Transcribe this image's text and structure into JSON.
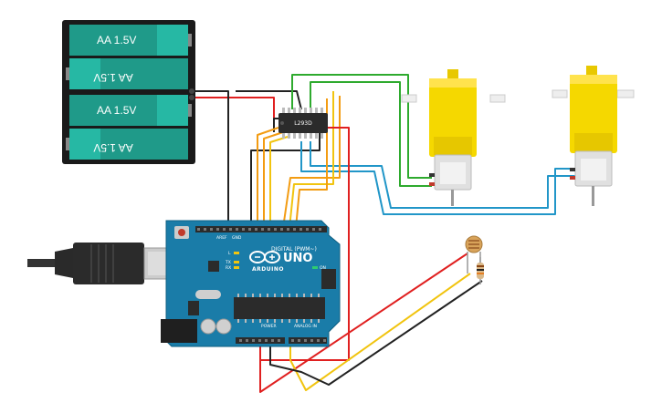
{
  "battery_pack": {
    "cells": [
      {
        "label": "AA 1.5V",
        "flipped": false
      },
      {
        "label": "AA 1.5V",
        "flipped": true
      },
      {
        "label": "AA 1.5V",
        "flipped": false
      },
      {
        "label": "AA 1.5V",
        "flipped": true
      }
    ]
  },
  "driver_chip": {
    "label": "L293D"
  },
  "arduino": {
    "logo_text": "ARDUINO",
    "model": "UNO",
    "digital_header_label": "DIGITAL (PWM~)",
    "power_header_label": "POWER",
    "analog_header_label": "ANALOG IN",
    "led_labels": [
      "L",
      "TX",
      "RX"
    ],
    "on_label": "ON",
    "aref_label": "AREF",
    "gnd_label": "GND"
  },
  "components": {
    "motor_left": "dc-gear-motor",
    "motor_right": "dc-gear-motor",
    "sensor": "photoresistor",
    "resistor": "resistor"
  },
  "wire_colors": {
    "red": "#e02020",
    "black": "#222222",
    "green": "#2eaa2e",
    "blue": "#2196c8",
    "orange": "#f39c12",
    "yellow": "#f1c40f"
  }
}
